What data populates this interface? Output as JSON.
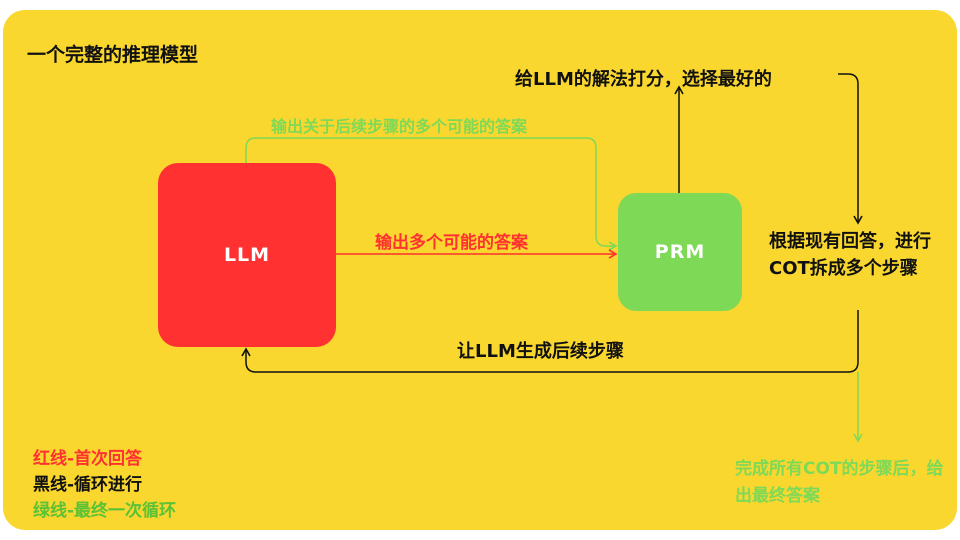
{
  "title": "一个完整的推理模型",
  "nodes": {
    "llm": "LLM",
    "prm": "PRM"
  },
  "edges": {
    "green_top": "输出关于后续步骤的多个可能的答案",
    "red": "输出多个可能的答案",
    "top": "给LLM的解法打分，选择最好的",
    "right": "根据现有回答，进行COT拆成多个步骤",
    "bottom": "让LLM生成后续步骤",
    "final": "完成所有COT的步骤后，给出最终答案"
  },
  "legend": {
    "red": "红线-首次回答",
    "black": "黑线-循环进行",
    "green": "绿线-最终一次循环"
  },
  "colors": {
    "background": "#F9D72F",
    "red": "#FF3131",
    "green": "#7ED957",
    "black": "#111111"
  }
}
